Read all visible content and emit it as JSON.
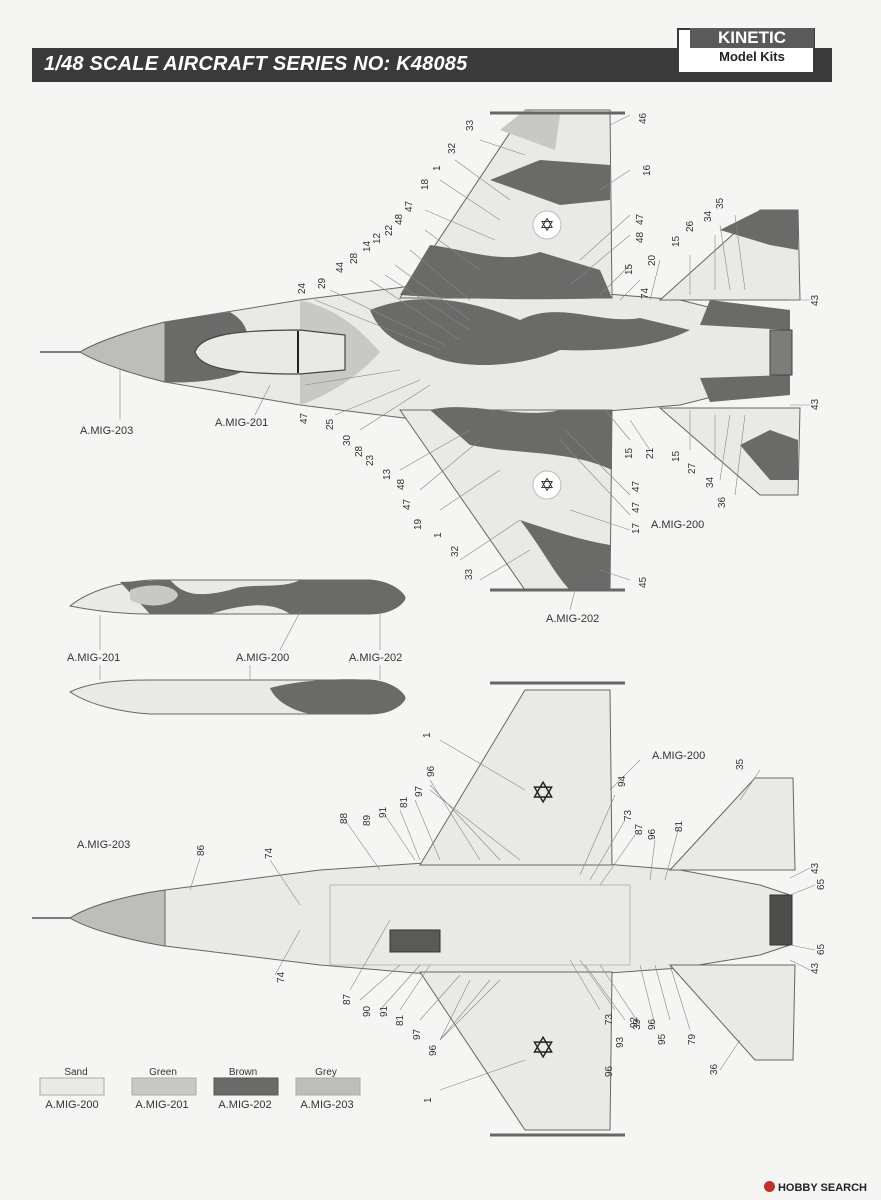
{
  "header": {
    "title": "1/48 SCALE AIRCRAFT SERIES NO: K48085"
  },
  "logo": {
    "brand": "KINETIC",
    "subtitle": "Model Kits"
  },
  "colors": {
    "sand": "#e9e9e6",
    "green": "#c8c8c4",
    "brown": "#6a6a68",
    "grey": "#bdbdb9",
    "header": "#3a3a3a"
  },
  "top_view": {
    "codes": {
      "nose": "A.MIG-203",
      "canopy": "A.MIG-201",
      "wing": "A.MIG-200",
      "tip": "A.MIG-202"
    },
    "callouts": [
      "33",
      "32",
      "1",
      "18",
      "47",
      "48",
      "22",
      "12",
      "14",
      "28",
      "44",
      "29",
      "24",
      "47",
      "25",
      "30",
      "28",
      "23",
      "13",
      "48",
      "47",
      "19",
      "1",
      "32",
      "33",
      "46",
      "16",
      "47",
      "48",
      "15",
      "74",
      "20",
      "15",
      "26",
      "34",
      "35",
      "43",
      "43",
      "15",
      "21",
      "15",
      "27",
      "34",
      "36",
      "47",
      "47",
      "17",
      "45"
    ]
  },
  "tanks": {
    "codes": [
      "A.MIG-201",
      "A.MIG-200",
      "A.MIG-202"
    ]
  },
  "bottom_view": {
    "codes": {
      "nose": "A.MIG-203",
      "wing": "A.MIG-200"
    },
    "callouts": [
      "1",
      "96",
      "97",
      "81",
      "91",
      "89",
      "88",
      "86",
      "74",
      "74",
      "87",
      "90",
      "91",
      "81",
      "97",
      "96",
      "1",
      "94",
      "73",
      "87",
      "96",
      "81",
      "35",
      "43",
      "65",
      "65",
      "43",
      "73",
      "92",
      "93",
      "96",
      "39",
      "96",
      "95",
      "79",
      "36"
    ]
  },
  "legend": [
    {
      "name": "Sand",
      "code": "A.MIG-200"
    },
    {
      "name": "Green",
      "code": "A.MIG-201"
    },
    {
      "name": "Brown",
      "code": "A.MIG-202"
    },
    {
      "name": "Grey",
      "code": "A.MIG-203"
    }
  ],
  "watermark": "HOBBY SEARCH"
}
